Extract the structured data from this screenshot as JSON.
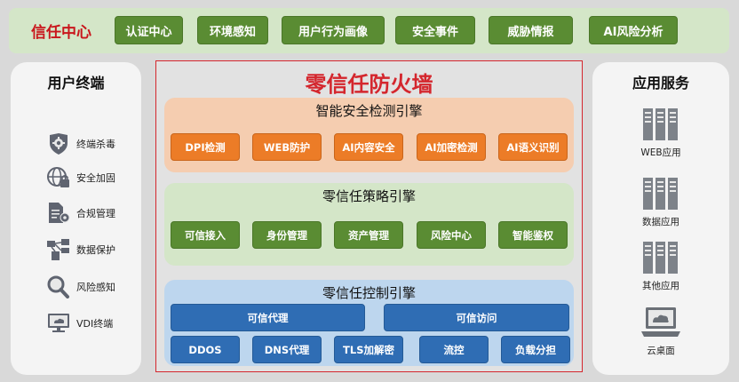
{
  "trust_center": {
    "title": "信任中心",
    "items": [
      "认证中心",
      "环境感知",
      "用户行为画像",
      "安全事件",
      "威胁情报",
      "AI风险分析"
    ]
  },
  "user_terminal": {
    "title": "用户终端",
    "items": [
      {
        "label": "终端杀毒",
        "icon": "shield-gear-icon"
      },
      {
        "label": "安全加固",
        "icon": "globe-lock-icon"
      },
      {
        "label": "合规管理",
        "icon": "document-gear-icon"
      },
      {
        "label": "数据保护",
        "icon": "network-blocks-icon"
      },
      {
        "label": "风险感知",
        "icon": "magnifier-icon"
      },
      {
        "label": "VDI终端",
        "icon": "monitor-icon"
      }
    ]
  },
  "firewall": {
    "title": "零信任防火墙",
    "detection_engine": {
      "title": "智能安全检测引擎",
      "items": [
        "DPI检测",
        "WEB防护",
        "AI内容安全",
        "AI加密检测",
        "AI语义识别"
      ]
    },
    "policy_engine": {
      "title": "零信任策略引擎",
      "items": [
        "可信接入",
        "身份管理",
        "资产管理",
        "风险中心",
        "智能鉴权"
      ]
    },
    "control_engine": {
      "title": "零信任控制引擎",
      "top_items": [
        "可信代理",
        "可信访问"
      ],
      "bottom_items": [
        "DDOS",
        "DNS代理",
        "TLS加解密",
        "流控",
        "负载分担"
      ]
    }
  },
  "app_services": {
    "title": "应用服务",
    "items": [
      {
        "label": "WEB应用",
        "icon": "server-icon"
      },
      {
        "label": "数据应用",
        "icon": "server-icon"
      },
      {
        "label": "其他应用",
        "icon": "server-icon"
      },
      {
        "label": "云桌面",
        "icon": "cloud-laptop-icon"
      }
    ]
  },
  "colors": {
    "accent_red": "#c9171d",
    "green": "#5a8c33",
    "orange": "#ec7c27",
    "blue": "#2f6db4"
  }
}
